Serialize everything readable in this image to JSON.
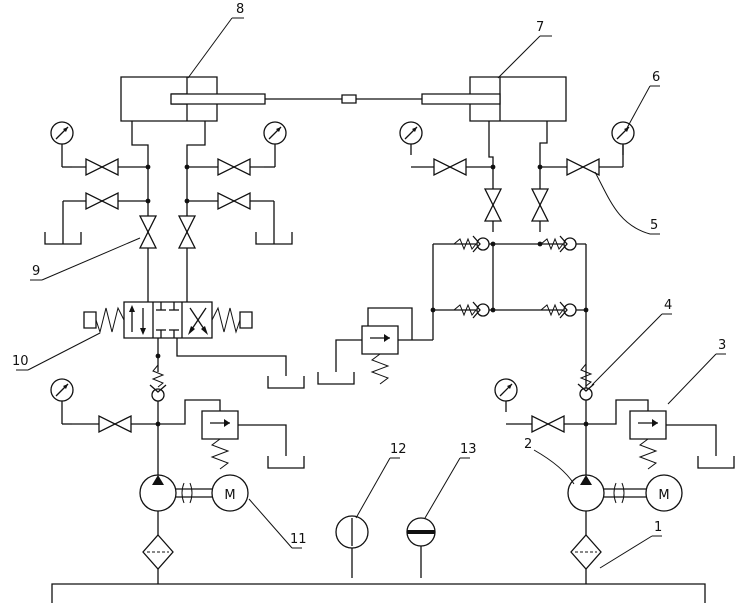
{
  "labels": {
    "l1": "1",
    "l2": "2",
    "l3": "3",
    "l4": "4",
    "l5": "5",
    "l6": "6",
    "l7": "7",
    "l8": "8",
    "l9": "9",
    "l10": "10",
    "l11": "11",
    "l12": "12",
    "l13": "13",
    "motor_left": "M",
    "motor_right": "M"
  }
}
